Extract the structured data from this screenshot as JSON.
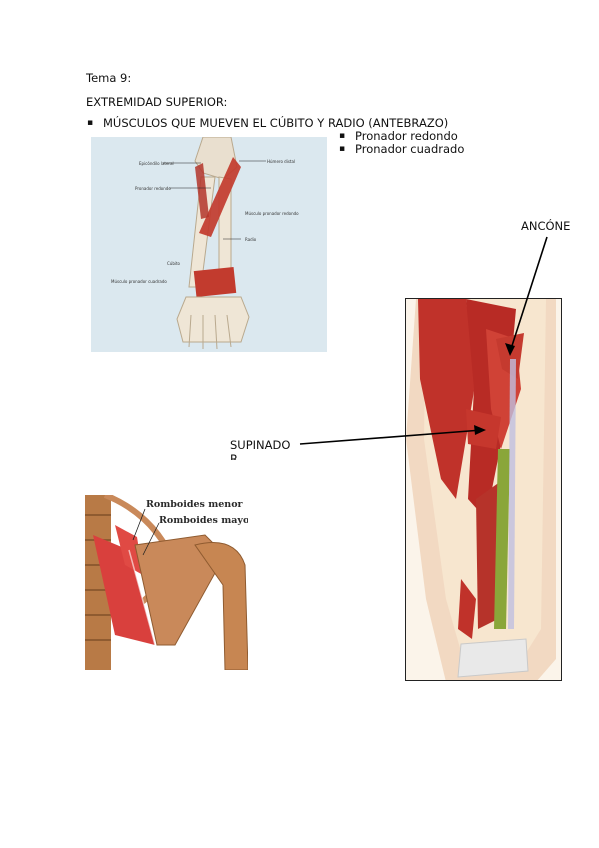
{
  "doc": {
    "topic": "Tema 9:",
    "section": "EXTREMIDAD SUPERIOR:",
    "bullet_main": "MÚSCULOS QUE MUEVEN EL CÚBITO Y RADIO (ANTEBRAZO)",
    "sub_bullets": [
      "Pronador redondo",
      "Pronador cuadrado"
    ]
  },
  "forearm_figure": {
    "labels": [
      "Epicóndilo lateral",
      "Húmero distal",
      "Pronador redondo",
      "Músculo pronador redondo",
      "Radio",
      "Cúbito",
      "Músculo pronador cuadrado"
    ]
  },
  "arm_figure": {
    "label_ancone": "ANCÓNE",
    "label_supinador": "SUPINADO",
    "label_supinador_cut": "R"
  },
  "back_figure": {
    "label_menor": "Romboides menor",
    "label_mayor": "Romboides mayor"
  },
  "colors": {
    "figure_bg": "#dbe8ef",
    "muscle": "#c23b2e",
    "bone": "#c9895a"
  }
}
